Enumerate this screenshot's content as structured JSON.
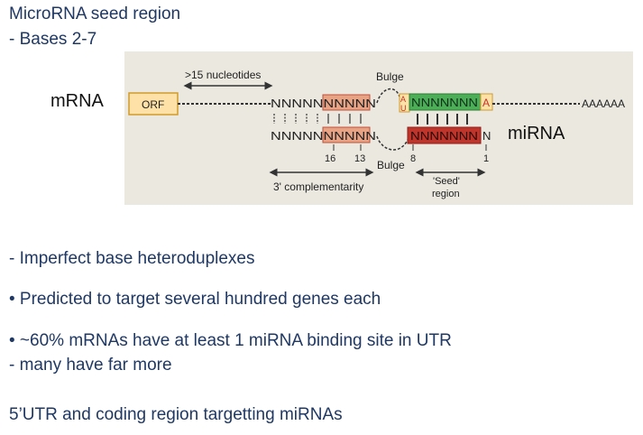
{
  "title": "MicroRNA seed region",
  "subtitle": " - Bases 2-7",
  "diagram": {
    "mrna_label": "mRNA",
    "mirna_label": "miRNA",
    "orf_label": "ORF",
    "nucleotides_label": ">15 nucleotides",
    "bulge_top_label": "Bulge",
    "bulge_bottom_label": "Bulge",
    "mrna_seq_left": "NNNNNNNNNN",
    "mrna_seq_right": "NNNNNNN",
    "mrna_a_box_top": "A",
    "mrna_a_box_bottom": "U",
    "mrna_a_box_right": "A",
    "poly_a": "AAAAAA",
    "mirna_seq_left": "NNNNNNNNNN",
    "mirna_seq_right": "NNNNNNN",
    "mirna_end": "N",
    "pos_16": "16",
    "pos_13": "13",
    "pos_8": "8",
    "pos_1": "1",
    "complementarity_label": "3' complementarity",
    "seed_label_line1": "'Seed'",
    "seed_label_line2": "region",
    "colors": {
      "orf_fill": "#fde1a6",
      "orf_border": "#d19a2c",
      "salmon_fill": "#e8a284",
      "salmon_border": "#c0503a",
      "red_fill": "#c0352b",
      "green_fill": "#4caf58",
      "panel_bg": "#ebe8df"
    }
  },
  "bullets": [
    " - Imperfect base heteroduplexes",
    "• Predicted to target several hundred genes each",
    "• ~60% mRNAs have at least 1 miRNA binding site in UTR",
    " - many have far more",
    "5’UTR and coding region targetting miRNAs"
  ]
}
